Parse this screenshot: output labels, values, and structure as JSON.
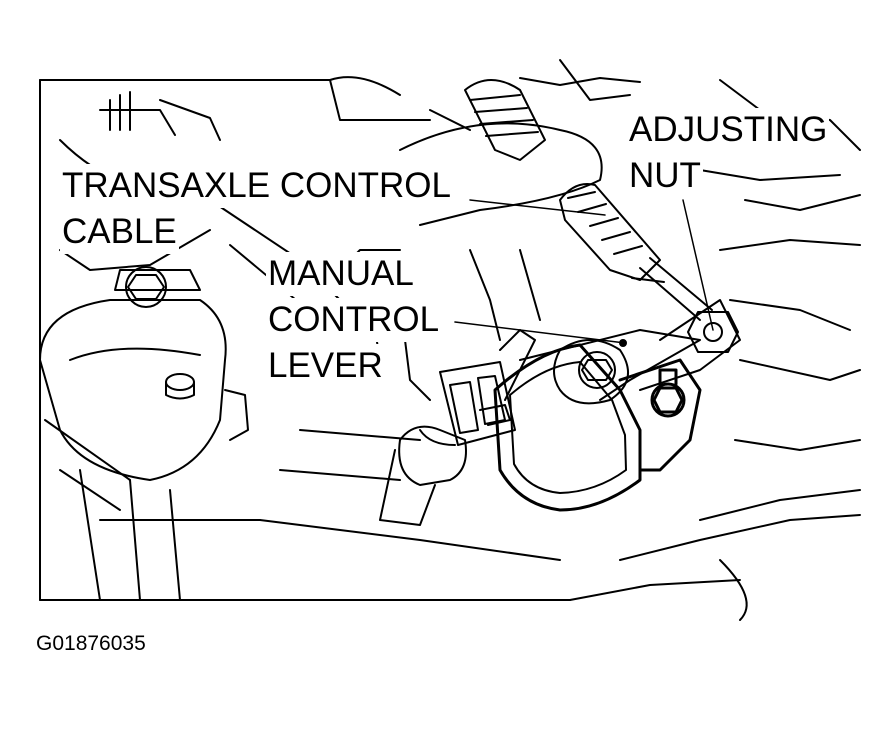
{
  "labels": {
    "transaxle_cable_line1": "TRANSAXLE CONTROL",
    "transaxle_cable_line2": "CABLE",
    "manual_lever_line1": "MANUAL",
    "manual_lever_line2": "CONTROL",
    "manual_lever_line3": "LEVER",
    "adjusting_nut_line1": "ADJUSTING",
    "adjusting_nut_line2": "NUT"
  },
  "figure_id": "G01876035",
  "colors": {
    "ink": "#000000",
    "paper": "#ffffff"
  }
}
